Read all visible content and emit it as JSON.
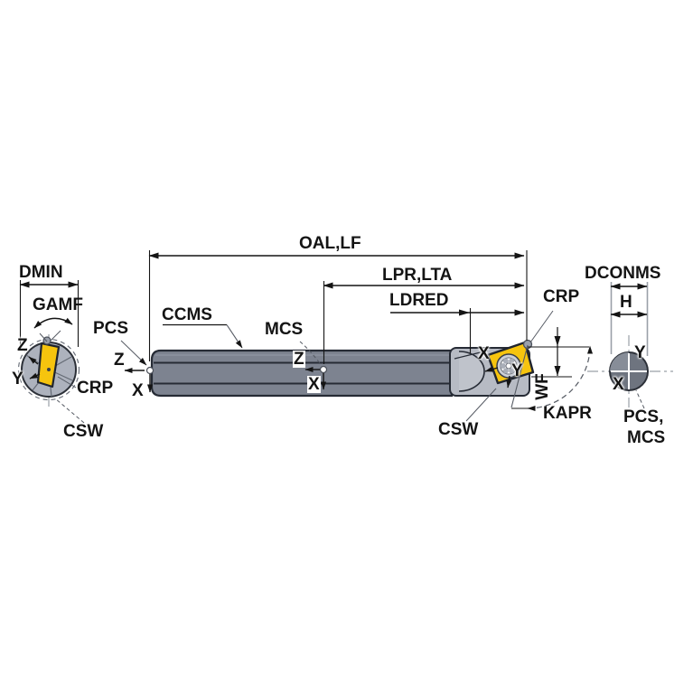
{
  "diagram_title": "Boring bar tool dimension diagram",
  "labels": {
    "dmin": "DMIN",
    "gamf": "GAMF",
    "pcs_left": "PCS",
    "pcs_z": "Z",
    "pcs_x": "X",
    "end_view_z": "Z",
    "end_view_y": "Y",
    "crp_left": "CRP",
    "csw_left": "CSW",
    "ccms": "CCMS",
    "mcs": "MCS",
    "mcs_z": "Z",
    "mcs_x": "X",
    "oal_lf": "OAL,LF",
    "lpr_lta": "LPR,LTA",
    "ldred": "LDRED",
    "crp_right": "CRP",
    "head_x": "X",
    "head_y": "Y",
    "csw_right": "CSW",
    "wf": "WF",
    "kapr": "KAPR",
    "dconms": "DCONMS",
    "h": "H",
    "section_y": "Y",
    "section_x": "X",
    "pcs_mcs_line1": "PCS,",
    "pcs_mcs_line2": "MCS"
  },
  "colors": {
    "insert_yellow": "#F6C40E",
    "shank_gray": "#7D8390",
    "head_gray": "#B7BBC4",
    "dome_gray": "#BFC3CB",
    "section_gray": "#6E747F",
    "section_light_gray": "#878D98",
    "end_view_gray": "#ADB2BD",
    "outline": "#262B35",
    "background": "#FFFFFF"
  }
}
